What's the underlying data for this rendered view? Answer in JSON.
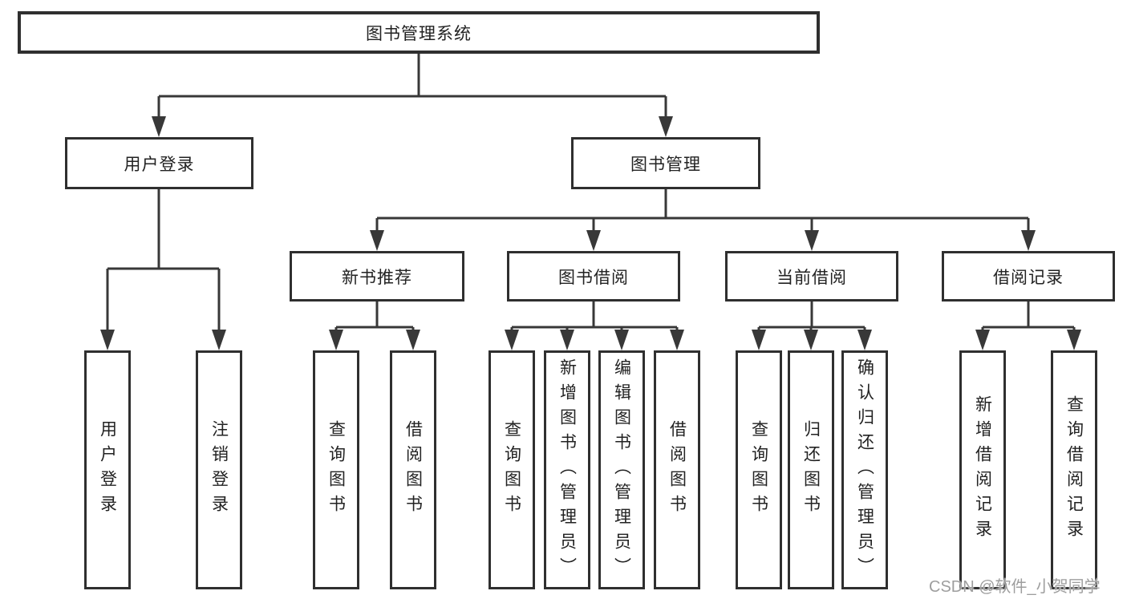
{
  "diagram": {
    "root": {
      "label": "图书管理系统"
    },
    "level2": {
      "user_login": {
        "label": "用户登录"
      },
      "book_mgmt": {
        "label": "图书管理"
      }
    },
    "level3": {
      "new_books": {
        "label": "新书推荐"
      },
      "borrow": {
        "label": "图书借阅"
      },
      "current": {
        "label": "当前借阅"
      },
      "records": {
        "label": "借阅记录"
      }
    },
    "leaves": {
      "user_login": [
        "用户登录",
        "注销登录"
      ],
      "new_books": [
        "查询图书",
        "借阅图书"
      ],
      "borrow": [
        "查询图书",
        "新增图书（管理员）",
        "编辑图书（管理员）",
        "借阅图书"
      ],
      "current": [
        "查询图书",
        "归还图书",
        "确认归还（管理员）"
      ],
      "records": [
        "新增借阅记录",
        "查询借阅记录"
      ]
    }
  },
  "watermark": {
    "text": "CSDN @软件_小贺同学",
    "color": "#9e9e9e"
  },
  "colors": {
    "line": "#383838",
    "box_border": "#2f2f2f",
    "text": "#222222",
    "background": "#ffffff"
  }
}
